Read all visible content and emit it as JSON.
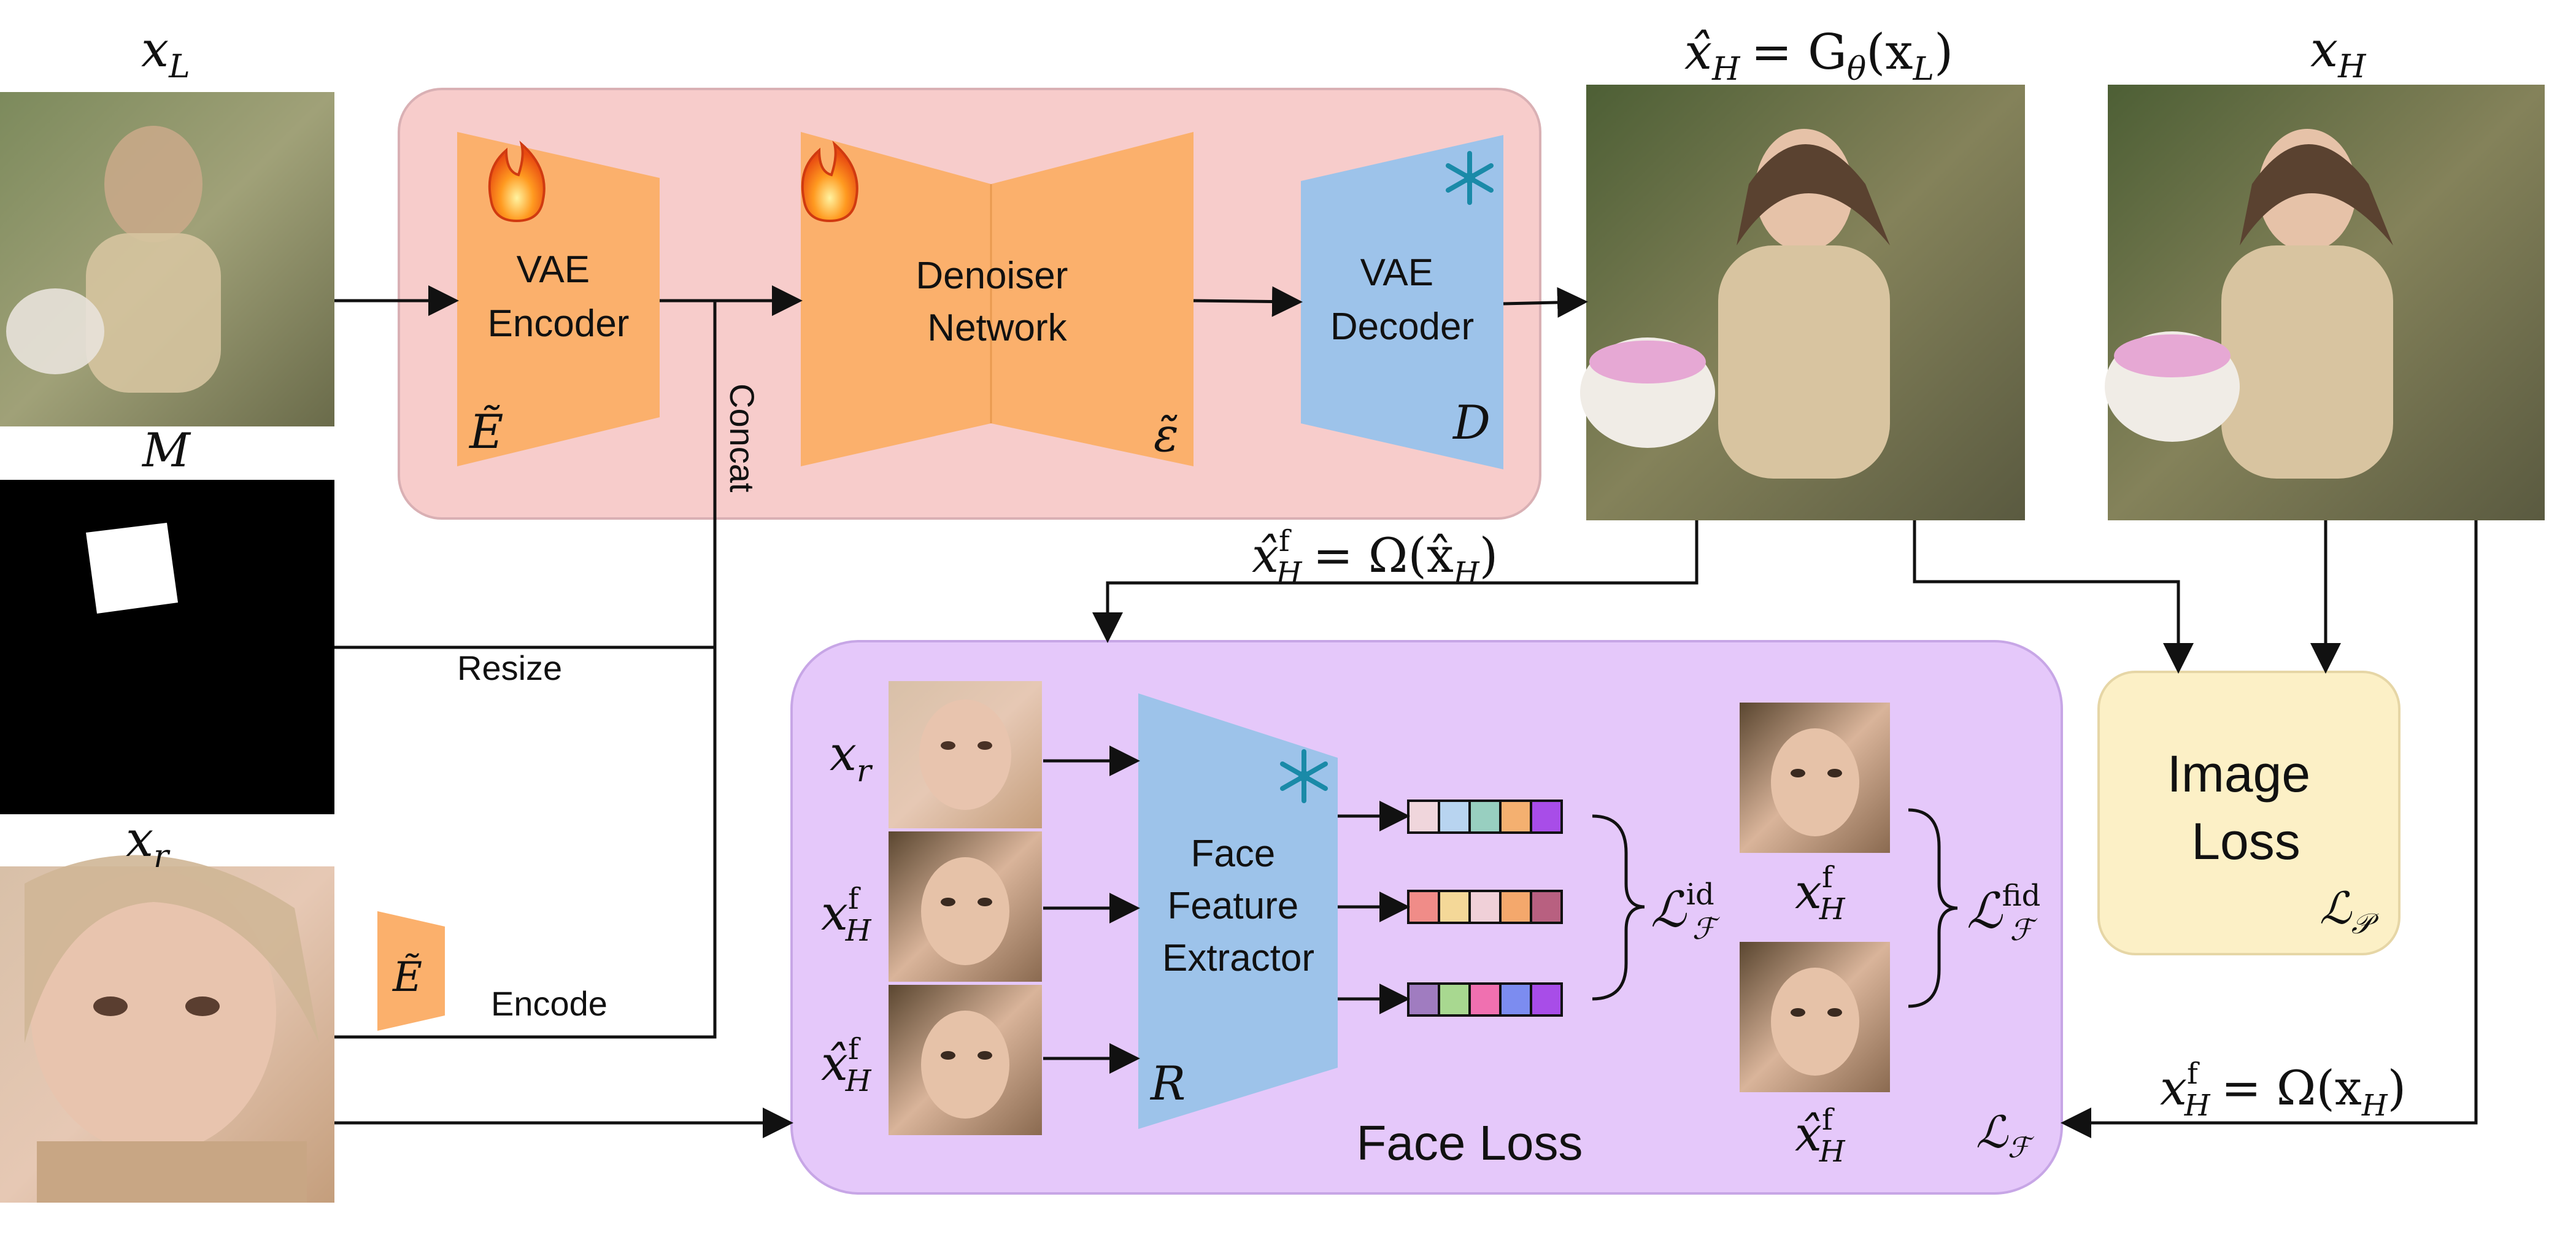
{
  "labels": {
    "x_low": "x",
    "x_low_sub": "L",
    "mask": "M",
    "x_ref": "x",
    "x_ref_sub": "r",
    "x_hat_eq": "x̂",
    "x_hat_eq_sub": "H",
    "x_hat_eq_rhs": "= G",
    "x_hat_eq_theta": "θ",
    "x_hat_eq_arg": "(x",
    "x_hat_eq_arg_sub": "L",
    "x_hat_eq_close": ")",
    "x_high": "x",
    "x_high_sub": "H",
    "concat": "Concat",
    "resize": "Resize",
    "encode": "Encode",
    "omega_hat_lhs": "x̂",
    "omega_hat_sup": "f",
    "omega_hat_sub": "H",
    "omega_hat_rhs": "= Ω(x̂",
    "omega_hat_rhs_sub": "H",
    "omega_hat_close": ")",
    "omega_lhs": "x",
    "omega_sup": "f",
    "omega_sub": "H",
    "omega_rhs": "= Ω(x",
    "omega_rhs_sub": "H",
    "omega_close": ")"
  },
  "modules": {
    "vae_encoder": {
      "line1": "VAE",
      "line2": "Encoder",
      "symbol": "Ẽ"
    },
    "denoiser": {
      "line1": "Denoiser",
      "line2": "Network",
      "symbol": "ε̃"
    },
    "vae_decoder": {
      "line1": "VAE",
      "line2": "Decoder",
      "symbol": "D"
    },
    "small_encoder": {
      "symbol": "Ẽ"
    },
    "face_extractor": {
      "line1": "Face",
      "line2": "Feature",
      "line3": "Extractor",
      "symbol": "R"
    }
  },
  "face_loss": {
    "title": "Face Loss",
    "symbol": "ℒ",
    "symbol_sub": "ℱ",
    "input_xr": "x",
    "input_xr_sub": "r",
    "input_xhf": "x",
    "input_xhf_sup": "f",
    "input_xhf_sub": "H",
    "input_xhatf": "x̂",
    "input_xhatf_sup": "f",
    "input_xhatf_sub": "H",
    "loss_id": "ℒ",
    "loss_id_sub": "ℱ",
    "loss_id_sup": "id",
    "right_top": "x",
    "right_top_sup": "f",
    "right_top_sub": "H",
    "right_bottom": "x̂",
    "right_bottom_sup": "f",
    "right_bottom_sub": "H",
    "loss_fid": "ℒ",
    "loss_fid_sub": "ℱ",
    "loss_fid_sup": "fid"
  },
  "image_loss": {
    "line1": "Image",
    "line2": "Loss",
    "symbol": "ℒ",
    "symbol_sub": "𝒫"
  },
  "feature_rows": [
    [
      "#f0d6dc",
      "#b8d4f0",
      "#98cfc0",
      "#f4b070",
      "#a84de8"
    ],
    [
      "#f08c88",
      "#f4d898",
      "#f0d0d8",
      "#f4a86c",
      "#b86080"
    ],
    [
      "#a07cc0",
      "#a8d890",
      "#f070b0",
      "#7c8cf0",
      "#a84de8"
    ]
  ],
  "colors": {
    "main_panel": "#f7cccb",
    "face_panel": "#e5c8fa",
    "image_loss_panel": "#fcf0c6",
    "orange_module": "#fbb06c",
    "blue_module": "#9dc3ea"
  },
  "icons": [
    "fire-icon",
    "fire-icon",
    "snowflake-icon",
    "snowflake-icon"
  ]
}
